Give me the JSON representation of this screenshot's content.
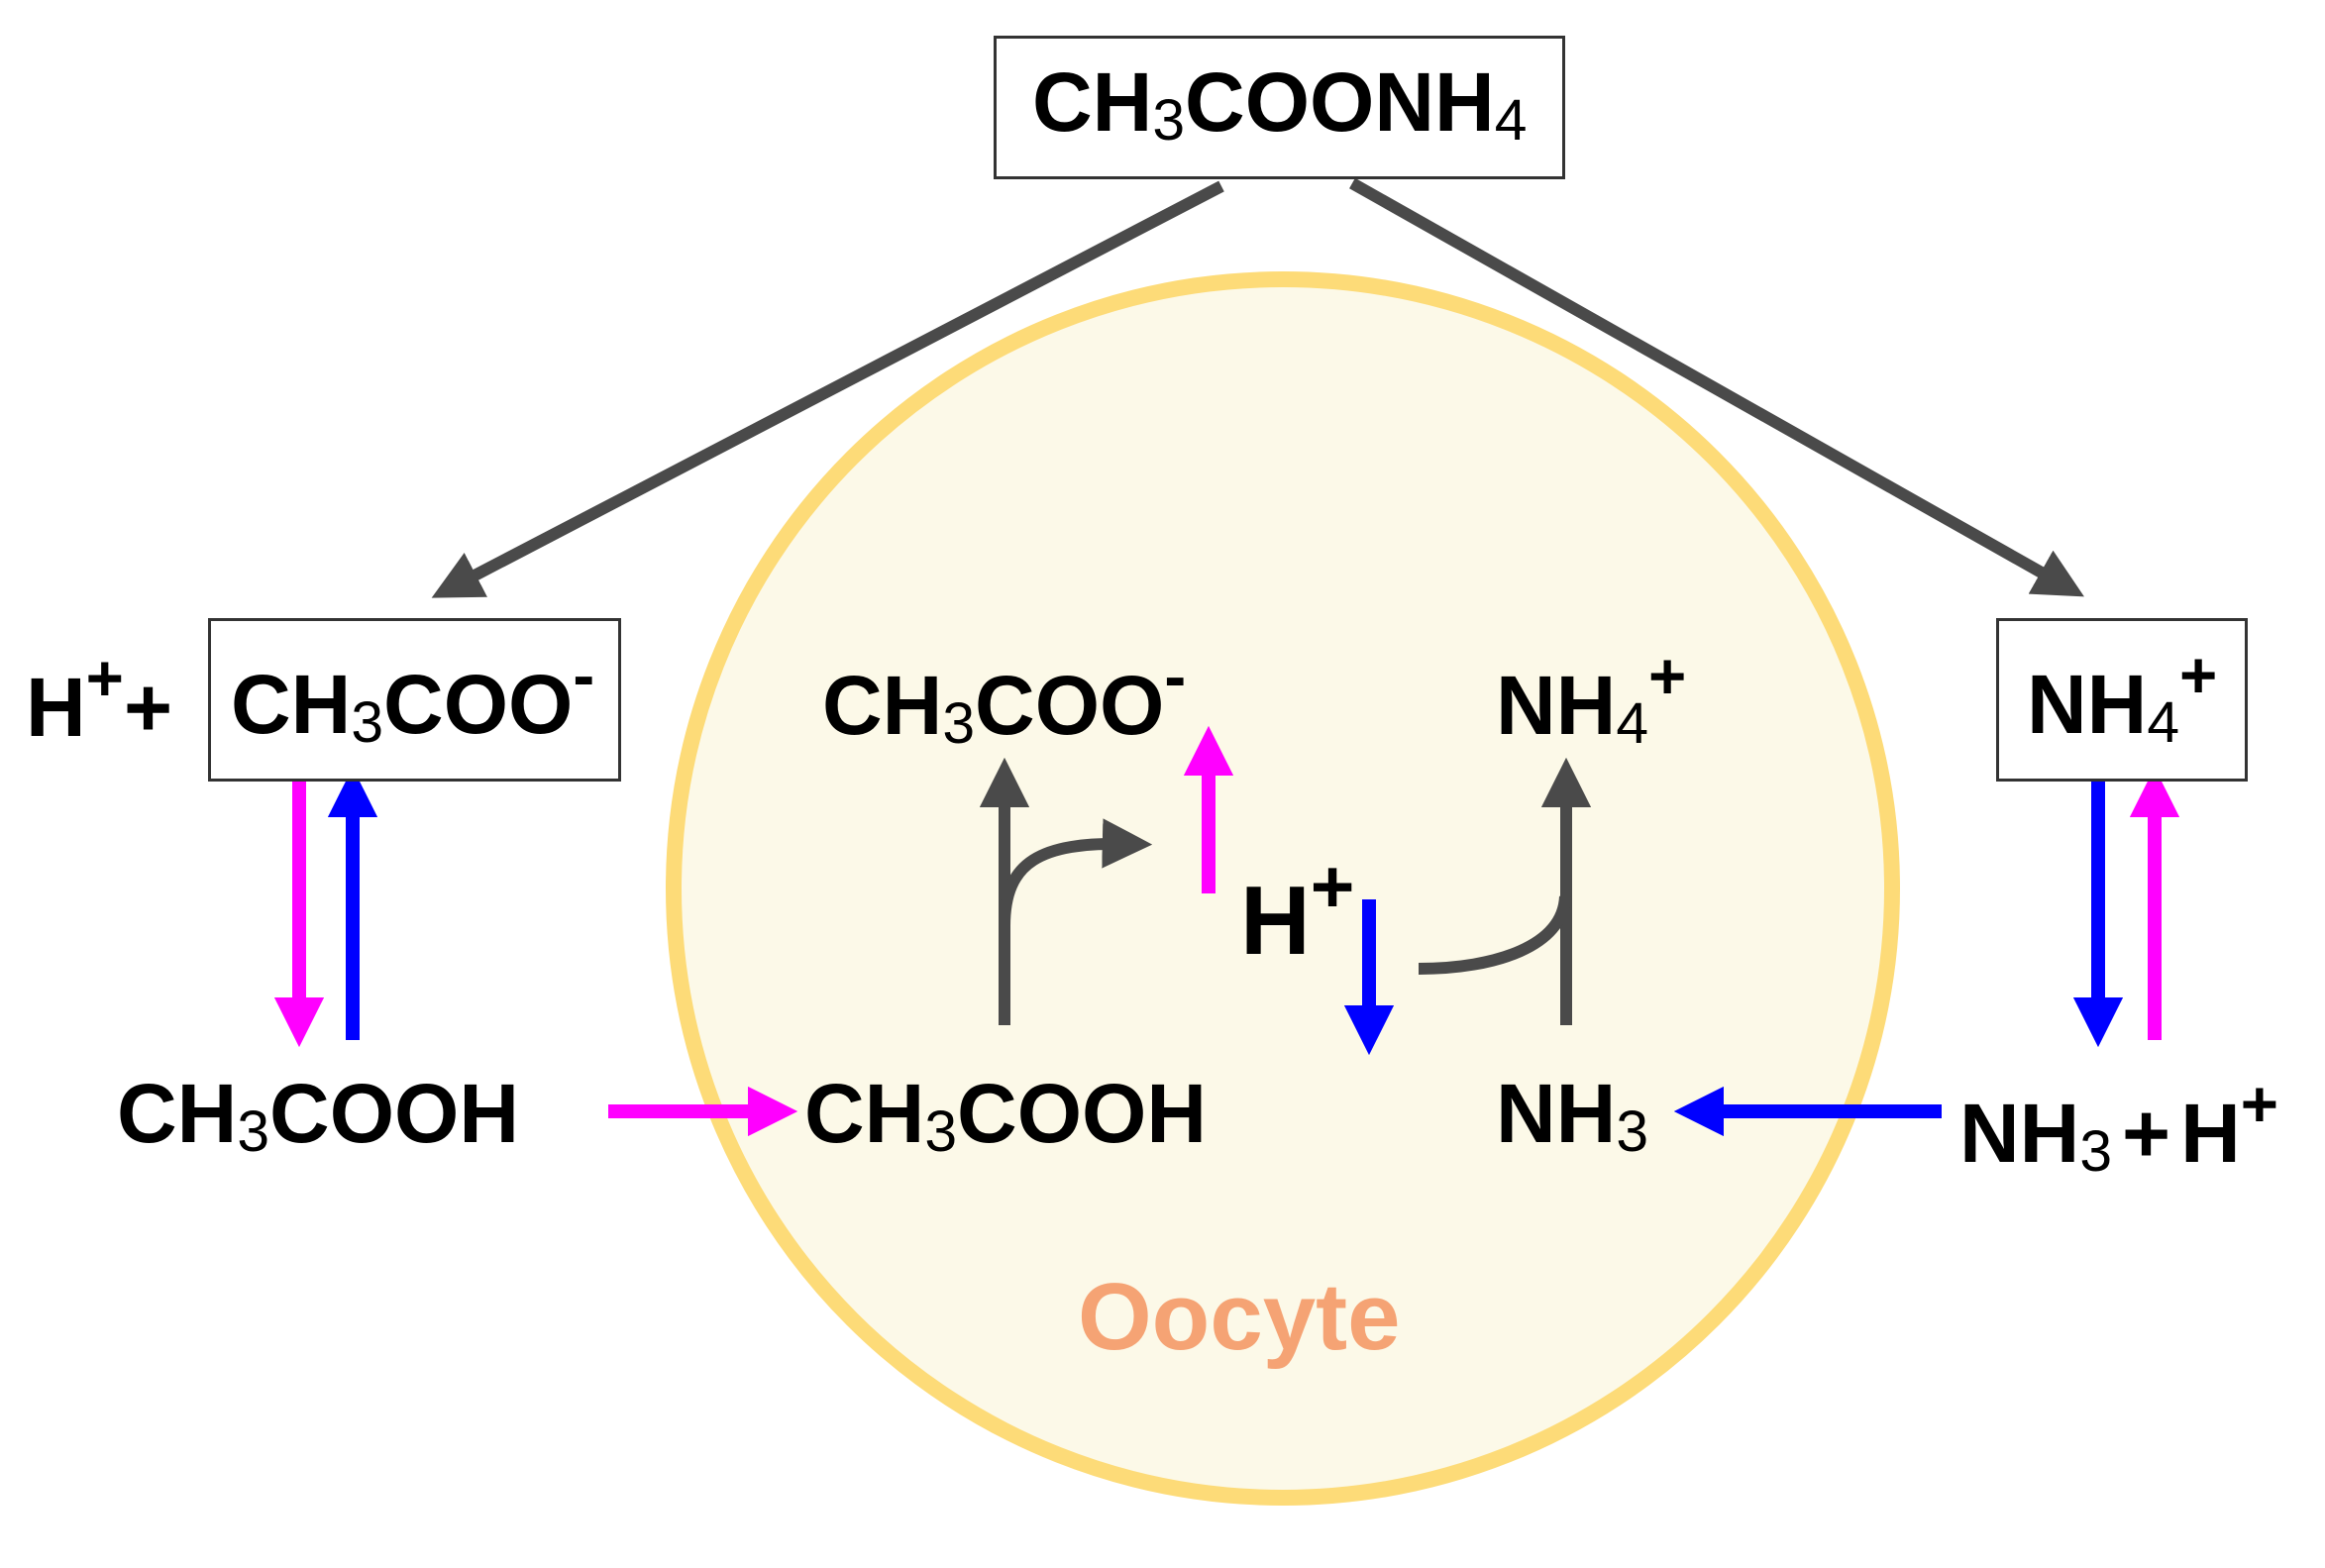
{
  "colors": {
    "gray": "#4a4a4a",
    "magenta": "#ff00ff",
    "blue": "#0000ff",
    "oocyte_fill": "#fcf9e8",
    "oocyte_border": "#fddb78",
    "oocyte_text": "#f5a374"
  },
  "top_compound": {
    "main1": "CH",
    "sub1": "3",
    "main2": "COONH",
    "sub2": "4"
  },
  "left_top": {
    "h": "H",
    "h_sup": "+",
    "plus": "+",
    "main1": "CH",
    "sub1": "3",
    "main2": "COO",
    "sup": "-"
  },
  "left_bottom": {
    "main1": "CH",
    "sub1": "3",
    "main2": "COOH"
  },
  "inner_acetate": {
    "main1": "CH",
    "sub1": "3",
    "main2": "COO",
    "sup": "-"
  },
  "inner_acetic": {
    "main1": "CH",
    "sub1": "3",
    "main2": "COOH"
  },
  "inner_proton": {
    "h": "H",
    "sup": "+"
  },
  "inner_ammonium": {
    "main1": "NH",
    "sub1": "4",
    "sup": "+"
  },
  "inner_ammonia": {
    "main1": "NH",
    "sub1": "3"
  },
  "right_top": {
    "main1": "NH",
    "sub1": "4",
    "sup": "+"
  },
  "right_bottom": {
    "main1": "NH",
    "sub1": "3",
    "plus": "+",
    "h": "H",
    "h_sup": "+"
  },
  "oocyte_label": "Oocyte"
}
